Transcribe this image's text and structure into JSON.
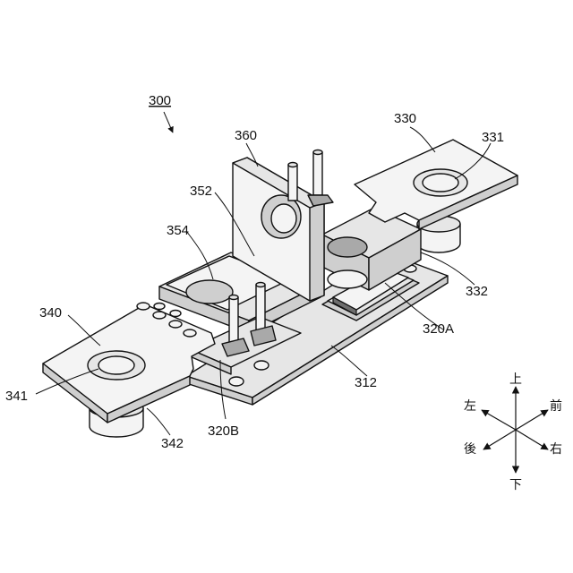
{
  "figure": {
    "assembly_ref": "300",
    "labels": {
      "l330": "330",
      "l331": "331",
      "l332": "332",
      "l312": "312",
      "l320A": "320A",
      "l320B": "320B",
      "l340": "340",
      "l341": "341",
      "l342": "342",
      "l352": "352",
      "l354": "354",
      "l360": "360"
    }
  },
  "compass": {
    "up": "上",
    "down": "下",
    "left": "左",
    "right": "右",
    "front": "前",
    "back": "後"
  }
}
